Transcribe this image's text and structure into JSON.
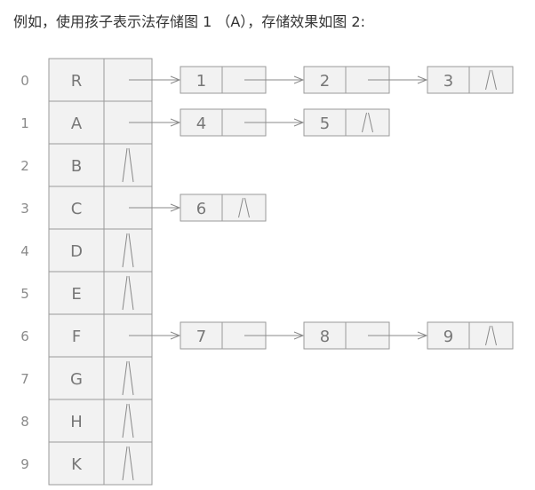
{
  "caption": "例如，使用孩子表示法存储图 1 （A），存储效果如图 2:",
  "null_symbol": "/\\",
  "head_table": [
    {
      "index": "0",
      "data": "R",
      "children": [
        "1",
        "2",
        "3"
      ]
    },
    {
      "index": "1",
      "data": "A",
      "children": [
        "4",
        "5"
      ]
    },
    {
      "index": "2",
      "data": "B",
      "children": []
    },
    {
      "index": "3",
      "data": "C",
      "children": [
        "6"
      ]
    },
    {
      "index": "4",
      "data": "D",
      "children": []
    },
    {
      "index": "5",
      "data": "E",
      "children": []
    },
    {
      "index": "6",
      "data": "F",
      "children": [
        "7",
        "8",
        "9"
      ]
    },
    {
      "index": "7",
      "data": "G",
      "children": []
    },
    {
      "index": "8",
      "data": "H",
      "children": []
    },
    {
      "index": "9",
      "data": "K",
      "children": []
    }
  ]
}
